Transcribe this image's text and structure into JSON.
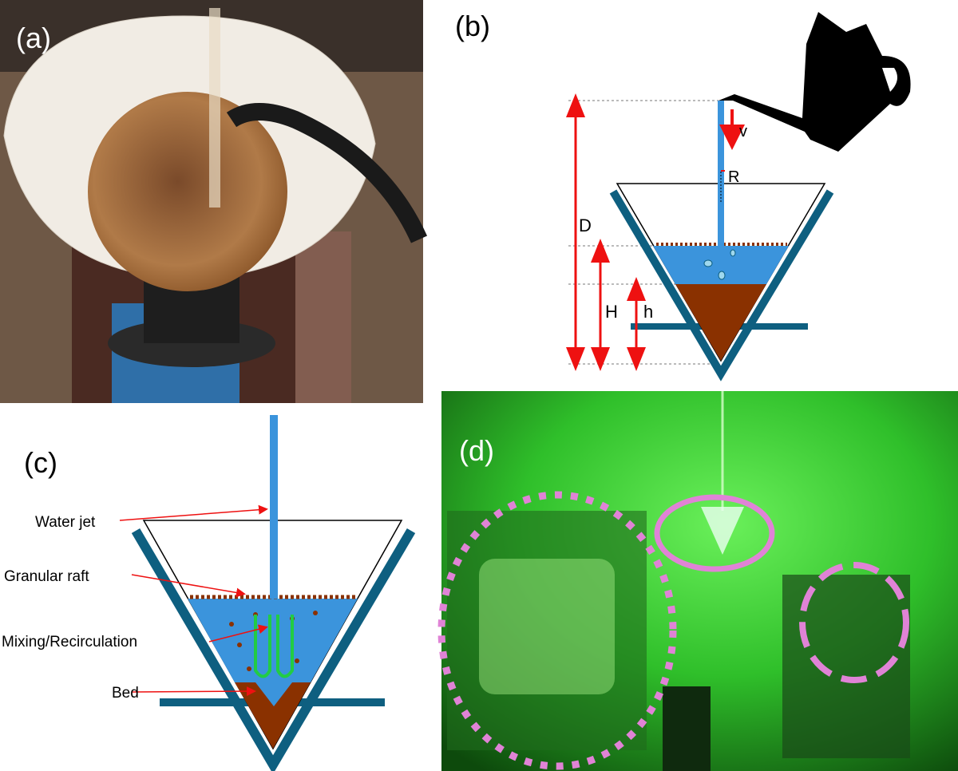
{
  "panels": {
    "a": {
      "label": "(a)"
    },
    "b": {
      "label": "(b)",
      "vars": {
        "D": "D",
        "H": "H",
        "h": "h",
        "v": "v",
        "R": "R"
      }
    },
    "c": {
      "label": "(c)",
      "annotations": [
        "Water jet",
        "Granular raft",
        "Mixing/Recirculation",
        "Bed"
      ]
    },
    "d": {
      "label": "(d)"
    }
  },
  "colors": {
    "water": "#3b94dc",
    "coffee": "#8a3100",
    "holder": "#0e5f80",
    "arrow": "#ee1111",
    "highlight": "#e083d6",
    "laser_green": "#2fbf2a"
  }
}
